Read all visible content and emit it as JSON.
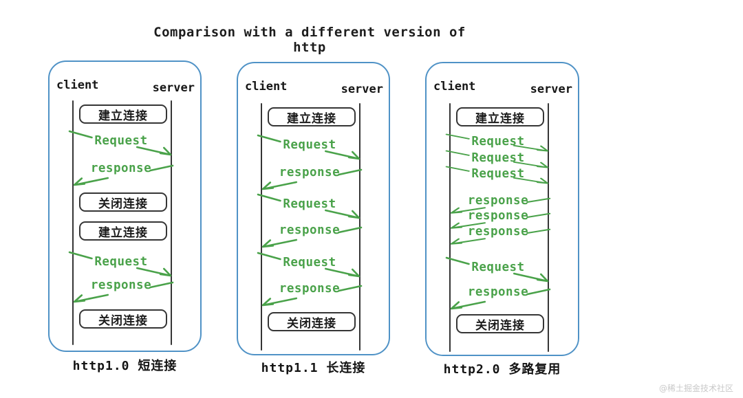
{
  "title": "Comparison with a different version of http",
  "watermark": "@稀土掘金技术社区",
  "colors": {
    "green": "#4aa24a",
    "ink": "#353535",
    "panel_border": "#4f92c6"
  },
  "panels": [
    {
      "name": "http1.0",
      "client": "client",
      "server": "server",
      "caption": "http1.0 短连接",
      "steps": [
        {
          "type": "box",
          "label": "建立连接"
        },
        {
          "type": "arrow-right",
          "label": "Request"
        },
        {
          "type": "arrow-left",
          "label": "response"
        },
        {
          "type": "box",
          "label": "关闭连接"
        },
        {
          "type": "box",
          "label": "建立连接"
        },
        {
          "type": "arrow-right",
          "label": "Request"
        },
        {
          "type": "arrow-left",
          "label": "response"
        },
        {
          "type": "box",
          "label": "关闭连接"
        }
      ]
    },
    {
      "name": "http1.1",
      "client": "client",
      "server": "server",
      "caption": "http1.1 长连接",
      "steps": [
        {
          "type": "box",
          "label": "建立连接"
        },
        {
          "type": "arrow-right",
          "label": "Request"
        },
        {
          "type": "arrow-left",
          "label": "response"
        },
        {
          "type": "arrow-right",
          "label": "Request"
        },
        {
          "type": "arrow-left",
          "label": "response"
        },
        {
          "type": "arrow-right",
          "label": "Request"
        },
        {
          "type": "arrow-left",
          "label": "response"
        },
        {
          "type": "box",
          "label": "关闭连接"
        }
      ]
    },
    {
      "name": "http2.0",
      "client": "client",
      "server": "server",
      "caption": "http2.0 多路复用",
      "steps": [
        {
          "type": "box",
          "label": "建立连接"
        },
        {
          "type": "arrow-right",
          "label": "Request"
        },
        {
          "type": "arrow-right",
          "label": "Request"
        },
        {
          "type": "arrow-right",
          "label": "Request"
        },
        {
          "type": "arrow-left",
          "label": "response"
        },
        {
          "type": "arrow-left",
          "label": "response"
        },
        {
          "type": "arrow-left",
          "label": "response"
        },
        {
          "type": "arrow-right",
          "label": "Request"
        },
        {
          "type": "arrow-left",
          "label": "response"
        },
        {
          "type": "box",
          "label": "关闭连接"
        }
      ]
    }
  ]
}
